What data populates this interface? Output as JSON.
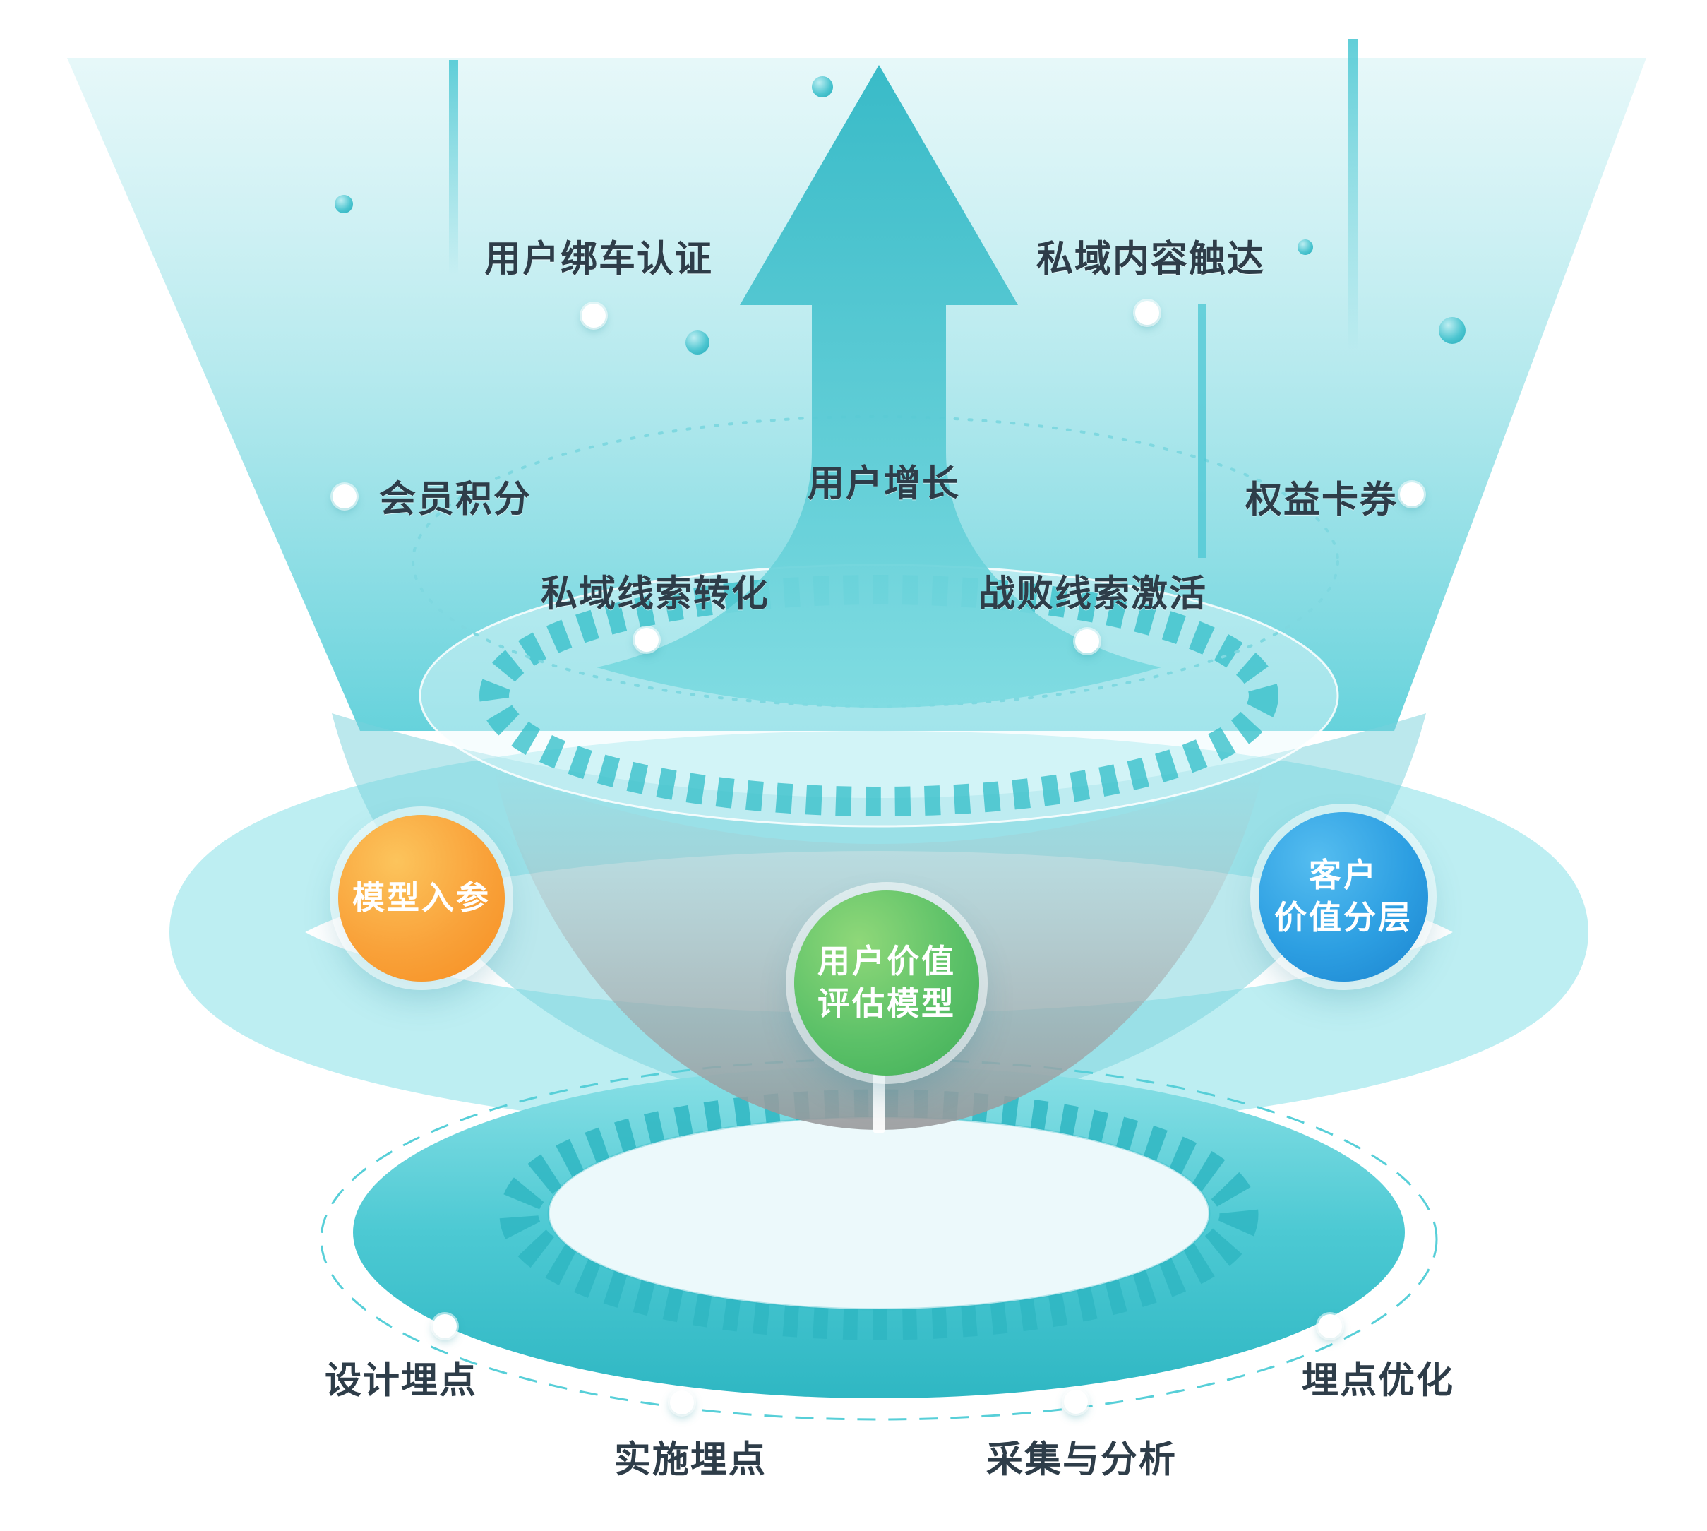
{
  "colors": {
    "teal": "#3FC8D2",
    "teal_light": "#A9E9EE",
    "orange": "#F89B2D",
    "green": "#4FBE63",
    "blue": "#2B9EE0",
    "text": "#2E3D49"
  },
  "stage_labels": {
    "binding_auth": "用户绑车认证",
    "private_content_reach": "私域内容触达",
    "member_points": "会员积分",
    "user_growth": "用户增长",
    "rights_coupons": "权益卡券",
    "private_lead_conversion": "私域线索转化",
    "lost_lead_activation": "战败线索激活"
  },
  "model_nodes": {
    "input_label": "模型入参",
    "core_line1": "用户价值",
    "core_line2": "评估模型",
    "output_line1": "客户",
    "output_line2": "价值分层"
  },
  "tracking_steps": {
    "design": "设计埋点",
    "implement": "实施埋点",
    "collect_analyze": "采集与分析",
    "optimize": "埋点优化"
  }
}
